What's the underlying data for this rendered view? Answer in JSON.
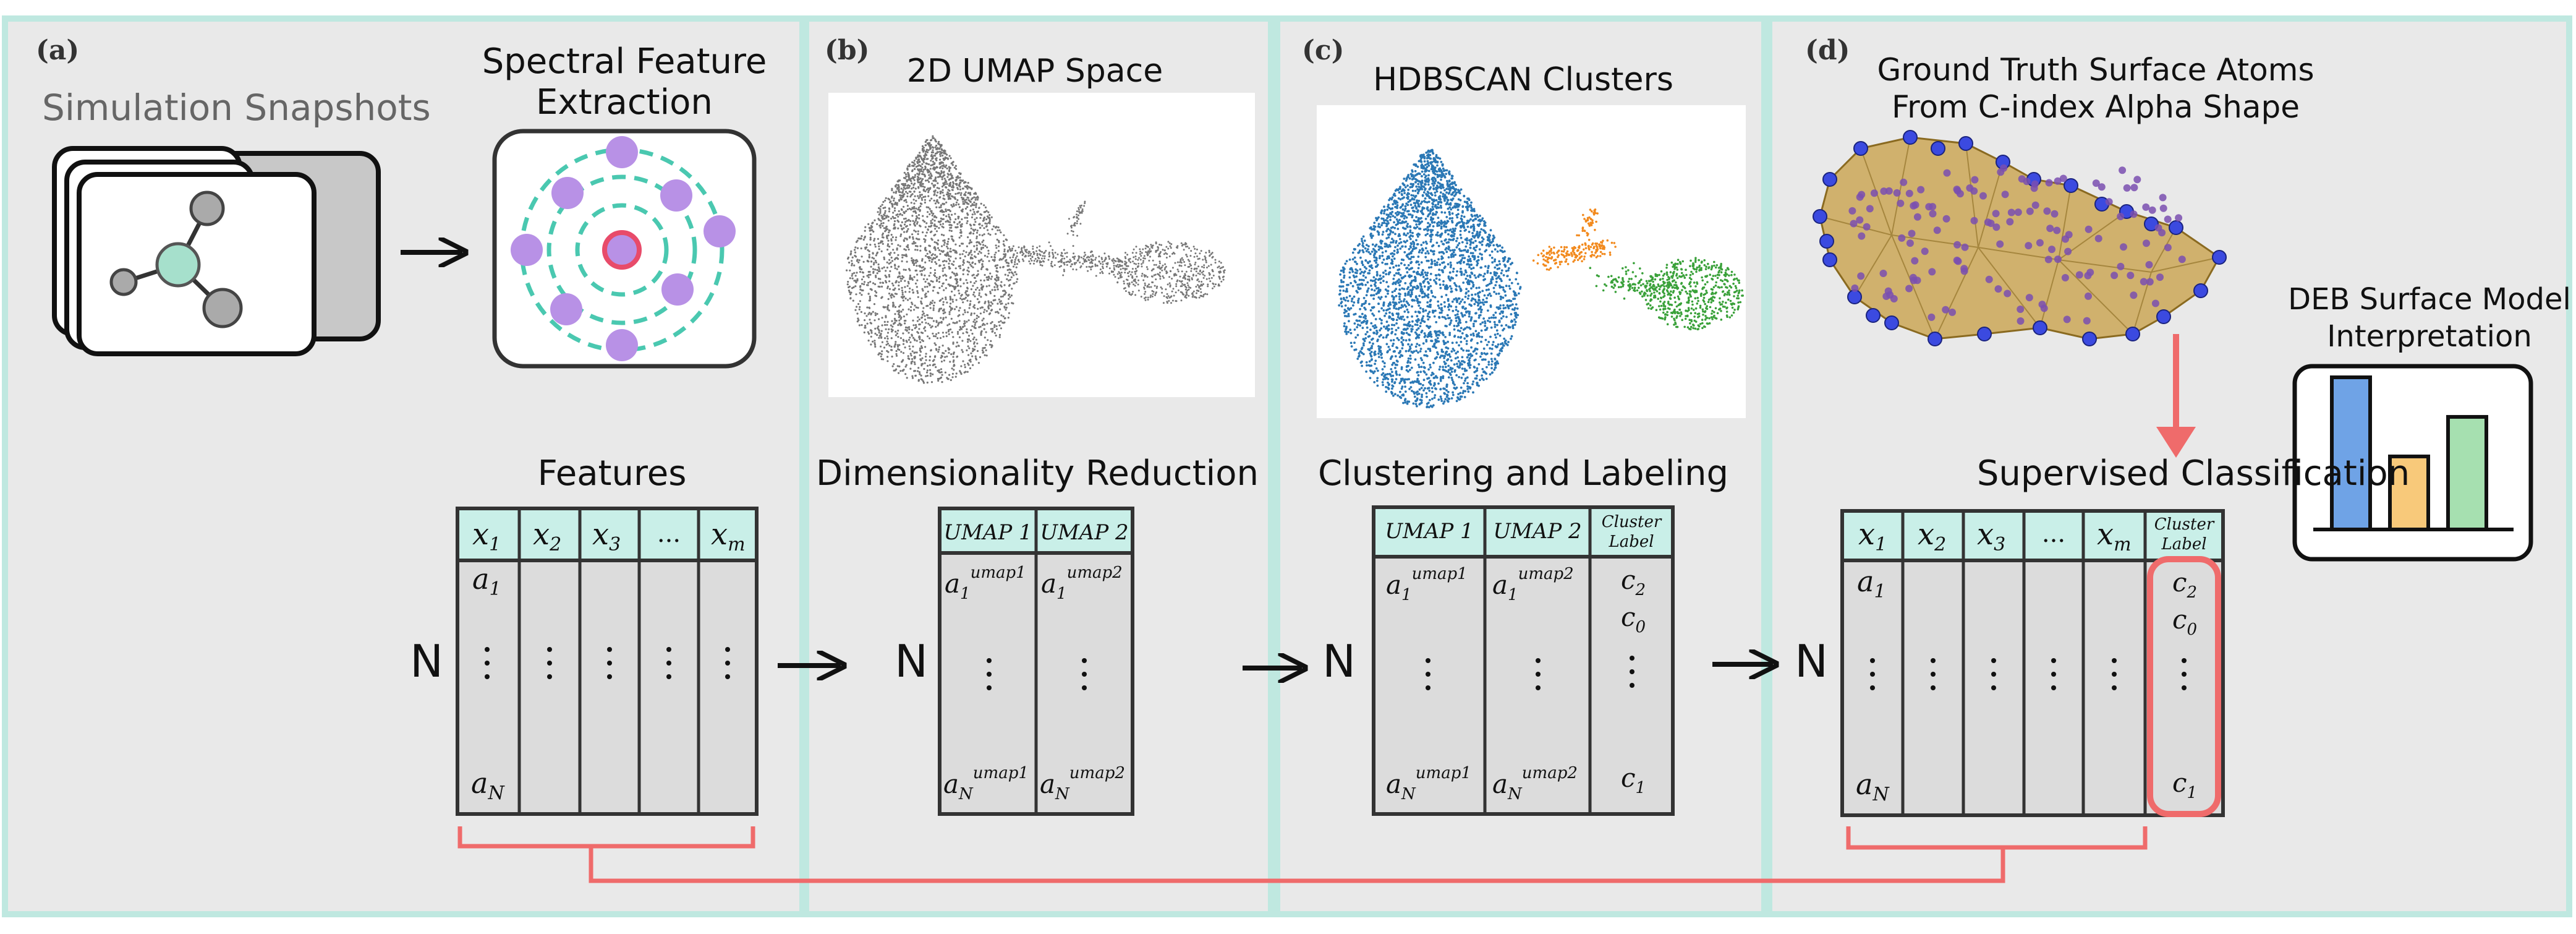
{
  "panels": {
    "a": {
      "tag": "(a)",
      "snapshots_label": "Simulation Snapshots",
      "spectral_title_line1": "Spectral Feature",
      "spectral_title_line2": "Extraction",
      "features_title": "Features",
      "row_count_label": "N",
      "columns": [
        "x",
        "x",
        "x",
        "...",
        "x"
      ],
      "column_subscripts": [
        "1",
        "2",
        "3",
        "",
        "m"
      ],
      "first_row": "a",
      "first_row_sub": "1",
      "last_row": "a",
      "last_row_sub": "N"
    },
    "b": {
      "tag": "(b)",
      "space_title": "2D UMAP Space",
      "step_title": "Dimensionality Reduction",
      "row_count_label": "N",
      "columns": [
        "UMAP 1",
        "UMAP 2"
      ],
      "first_row": [
        "a",
        "a"
      ],
      "first_row_sub": [
        "1",
        "1"
      ],
      "first_row_sup": [
        "umap1",
        "umap2"
      ],
      "last_row": [
        "a",
        "a"
      ],
      "last_row_sub": [
        "N",
        "N"
      ],
      "last_row_sup": [
        "umap1",
        "umap2"
      ]
    },
    "c": {
      "tag": "(c)",
      "space_title": "HDBSCAN Clusters",
      "step_title": "Clustering and Labeling",
      "row_count_label": "N",
      "columns": [
        "UMAP 1",
        "UMAP 2"
      ],
      "label_column_line1": "Cluster",
      "label_column_line2": "Label",
      "labels_top": [
        "c",
        "c"
      ],
      "labels_top_sub": [
        "2",
        "0"
      ],
      "label_last": "c",
      "label_last_sub": "1",
      "first_row": [
        "a",
        "a"
      ],
      "first_row_sub": [
        "1",
        "1"
      ],
      "first_row_sup": [
        "umap1",
        "umap2"
      ],
      "last_row": [
        "a",
        "a"
      ],
      "last_row_sub": [
        "N",
        "N"
      ],
      "last_row_sup": [
        "umap1",
        "umap2"
      ]
    },
    "d": {
      "tag": "(d)",
      "ground_truth_line1": "Ground Truth Surface Atoms",
      "ground_truth_line2": "From C-index Alpha Shape",
      "deb_line1": "DEB Surface Model",
      "deb_line2": "Interpretation",
      "step_title": "Supervised Classification",
      "row_count_label": "N",
      "columns": [
        "x",
        "x",
        "x",
        "...",
        "x"
      ],
      "column_subscripts": [
        "1",
        "2",
        "3",
        "",
        "m"
      ],
      "label_column_line1": "Cluster",
      "label_column_line2": "Label",
      "first_row": "a",
      "first_row_sub": "1",
      "last_row": "a",
      "last_row_sub": "N",
      "labels_top": [
        "c",
        "c"
      ],
      "labels_top_sub": [
        "2",
        "0"
      ],
      "label_last": "c",
      "label_last_sub": "1"
    }
  },
  "deb_bars": [
    {
      "value": 1.0,
      "color": "#6fa3e6"
    },
    {
      "value": 0.48,
      "color": "#f8c97a"
    },
    {
      "value": 0.74,
      "color": "#a6e0b0"
    }
  ],
  "colors": {
    "panel_border": "#bfe8e0",
    "panel_fill": "#e9e9e9",
    "table_header": "#c9efe8",
    "table_body": "#dcdcdc",
    "bracket": "#ef6b6b",
    "cluster_blue": "#2b78b5",
    "cluster_orange": "#f28a1e",
    "cluster_green": "#3aa13a",
    "umap_gray": "#777777",
    "atom_purple": "#b891e6",
    "shape_gold": "#c9a24a"
  }
}
